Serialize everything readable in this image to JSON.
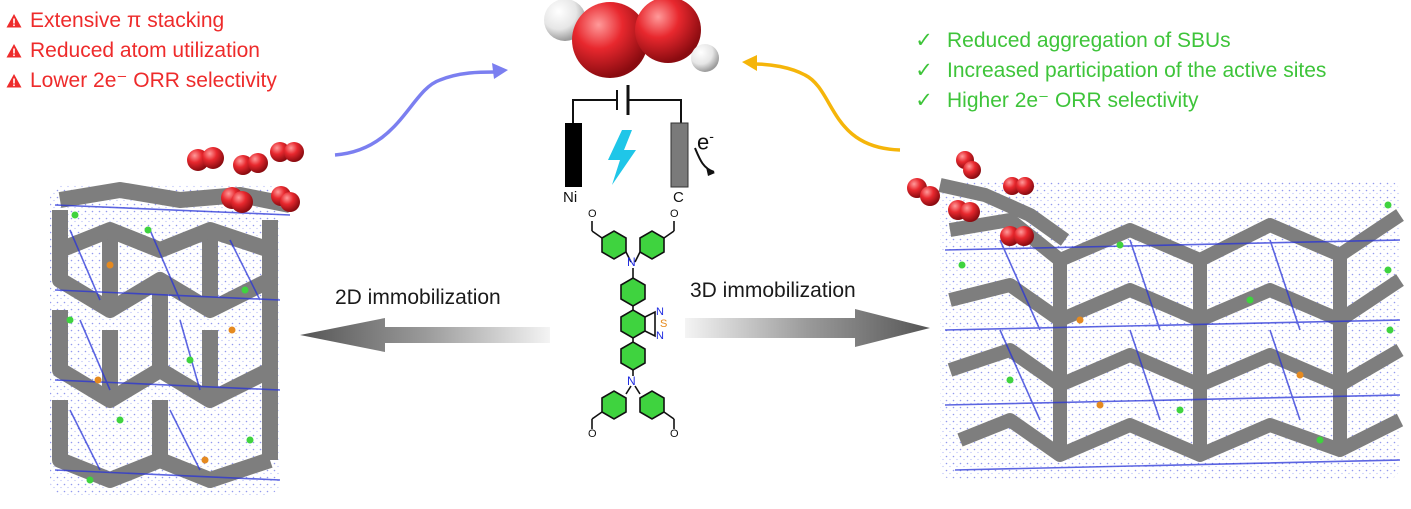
{
  "disadvantages": {
    "color": "#ee2b2b",
    "items": [
      "Extensive π stacking",
      "Reduced atom utilization",
      "Lower 2e⁻ ORR selectivity"
    ]
  },
  "advantages": {
    "color": "#3ec43a",
    "mark": "✓",
    "items": [
      "Reduced aggregation of SBUs",
      "Increased participation of the active sites",
      "Higher 2e⁻ ORR selectivity"
    ]
  },
  "immobilization": {
    "left": "2D immobilization",
    "right": "3D immobilization"
  },
  "cell": {
    "anode": "Ni",
    "cathode": "C",
    "electron": "e",
    "electron_sup": "-"
  },
  "molecule": {
    "n": "N",
    "s": "S",
    "o": "O"
  },
  "colors": {
    "arrow_left_curve": "#7b7ff0",
    "arrow_right_curve": "#f5b50a",
    "oxygen": "#e8282e",
    "lightning": "#1fc6e8",
    "ring": "#3fd33f"
  }
}
